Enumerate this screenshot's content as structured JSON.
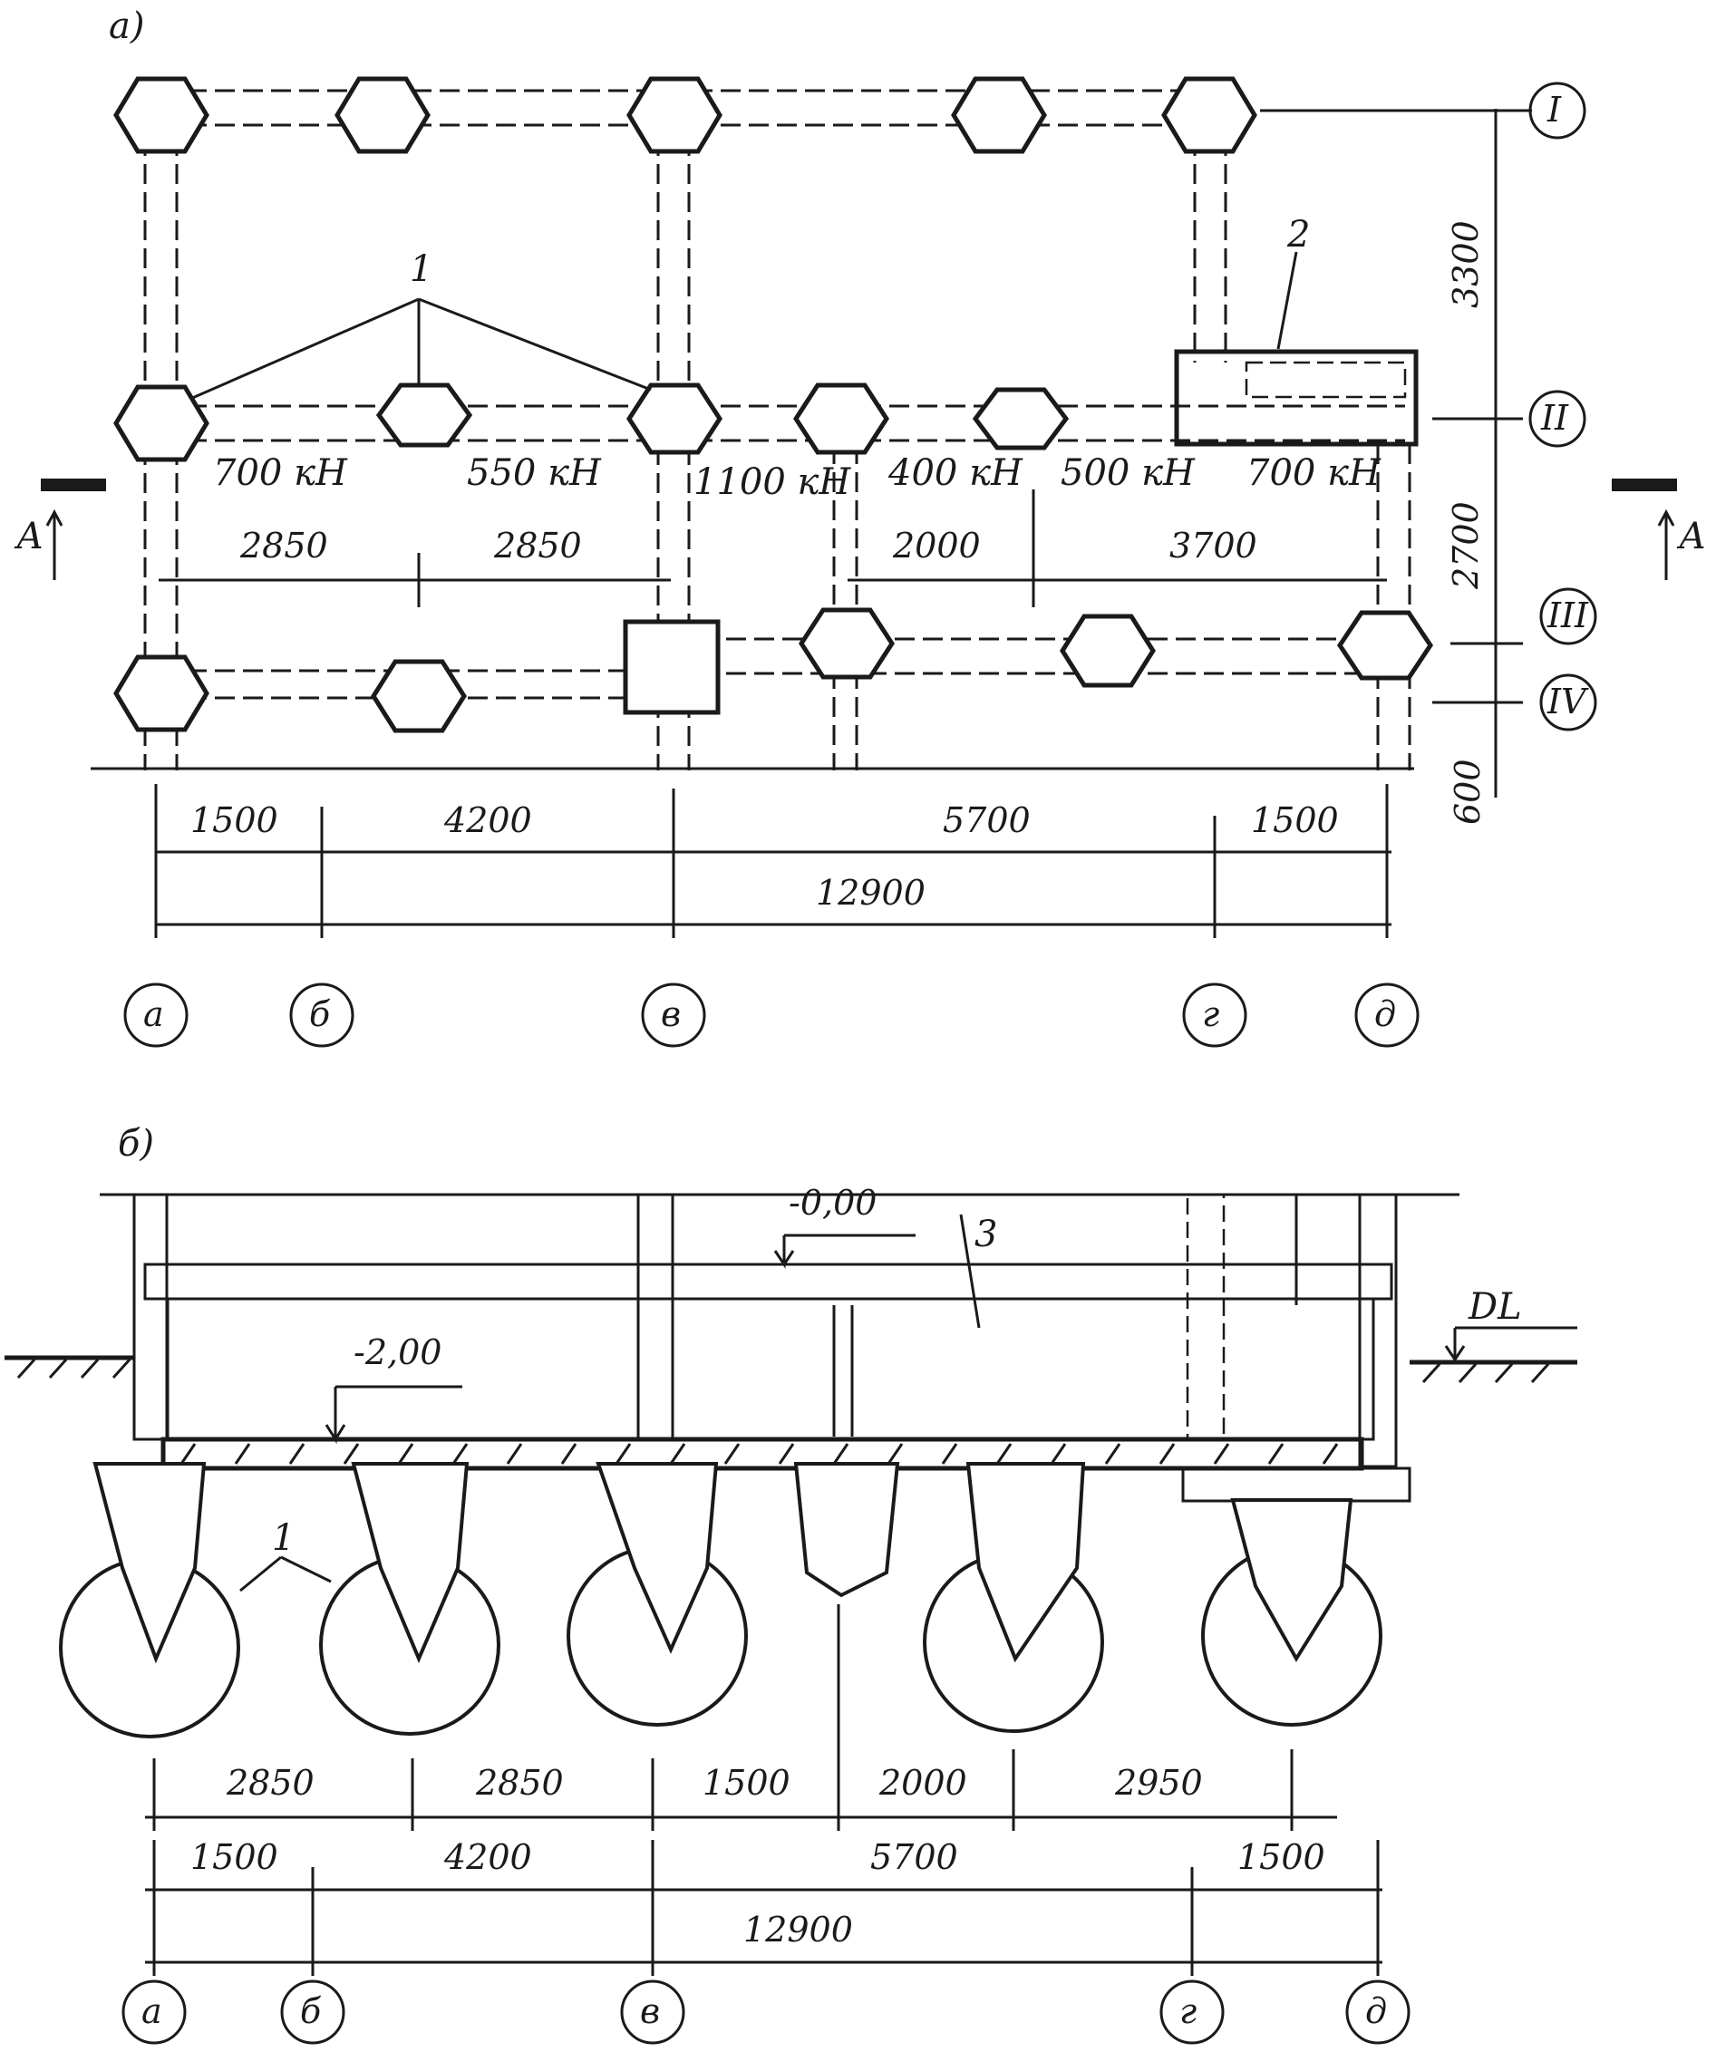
{
  "plan": {
    "view_label": "а)",
    "callout_pile": "1",
    "callout_grillage": "2",
    "loads": [
      "700 кН",
      "550 кН",
      "1100 кН",
      "400 кН",
      "500 кН",
      "700 кН"
    ],
    "upper_dims": [
      "2850",
      "2850",
      "2000",
      "3700"
    ],
    "bottom_dims": [
      "1500",
      "4200",
      "5700",
      "1500"
    ],
    "overall_dim": "12900",
    "vertical_dims": [
      "3300",
      "2700",
      "600"
    ],
    "row_axes": [
      "I",
      "II",
      "III",
      "IV"
    ],
    "column_axes": [
      "а",
      "б",
      "в",
      "г",
      "д"
    ],
    "section_mark": "А"
  },
  "section": {
    "view_label": "б)",
    "level_top": "-0,00",
    "level_bottom": "-2,00",
    "ground_label": "DL",
    "callout_basement": "3",
    "callout_pile": "1",
    "pile_spacing_dims": [
      "2850",
      "2850",
      "1500",
      "2000",
      "2950"
    ],
    "axis_dims": [
      "1500",
      "4200",
      "5700",
      "1500"
    ],
    "overall_dim": "12900",
    "column_axes": [
      "а",
      "б",
      "в",
      "г",
      "д"
    ]
  }
}
